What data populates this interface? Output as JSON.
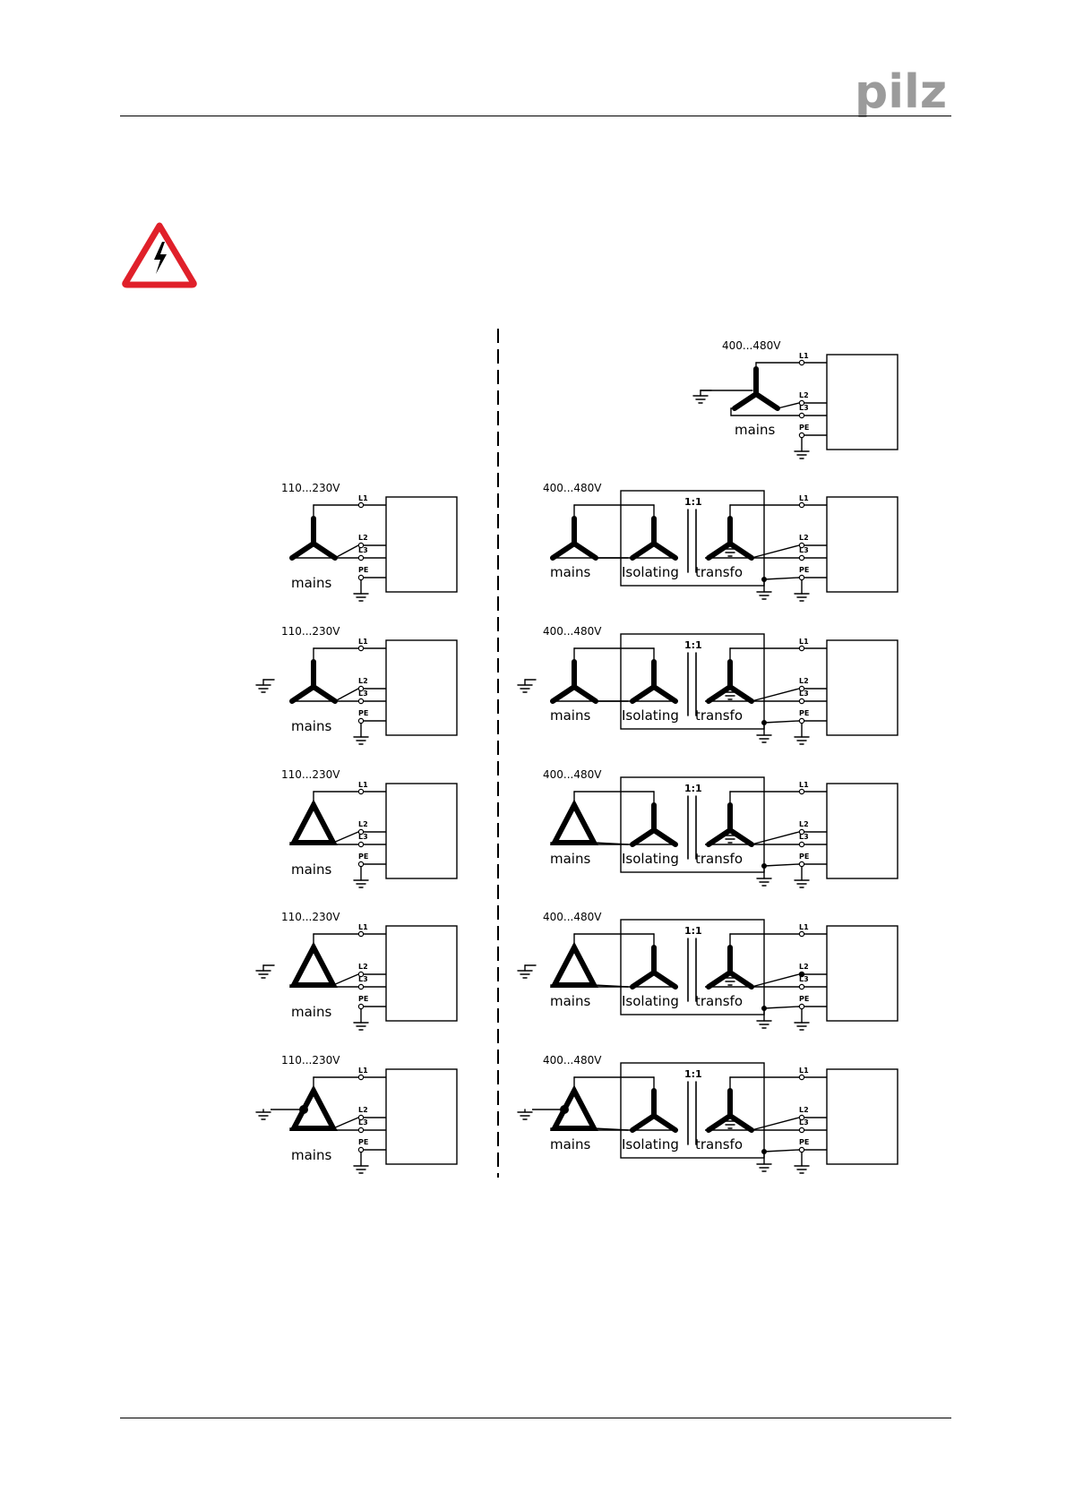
{
  "brand": {
    "logo_text": "pilz",
    "logo_color": "#9b9b9b"
  },
  "warning": {
    "icon": "electric-hazard-icon",
    "border_color": "#e0202a"
  },
  "labels": {
    "voltage_single": "110...230V",
    "voltage_three": "400...480V",
    "mains": "mains",
    "isolating": "Isolating",
    "transfo": "transfo",
    "ratio": "1:1",
    "terminals": [
      "L1",
      "L2",
      "L3",
      "PE"
    ]
  }
}
